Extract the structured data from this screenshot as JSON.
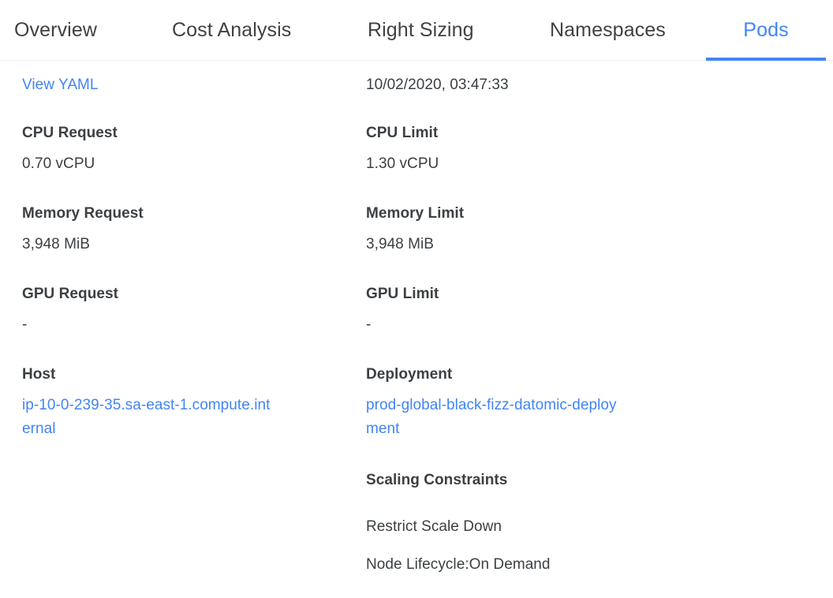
{
  "tabs": [
    {
      "label": "Overview",
      "active": false
    },
    {
      "label": "Cost Analysis",
      "active": false
    },
    {
      "label": "Right Sizing",
      "active": false
    },
    {
      "label": "Namespaces",
      "active": false
    },
    {
      "label": "Pods",
      "active": true
    }
  ],
  "header": {
    "view_yaml_label": "View YAML",
    "timestamp": "10/02/2020, 03:47:33"
  },
  "details": {
    "left": [
      {
        "label": "CPU Request",
        "value": "0.70 vCPU",
        "is_link": false
      },
      {
        "label": "Memory Request",
        "value": "3,948 MiB",
        "is_link": false
      },
      {
        "label": "GPU Request",
        "value": "-",
        "is_link": false
      },
      {
        "label": "Host",
        "value": "ip-10-0-239-35.sa-east-1.compute.internal",
        "is_link": true
      }
    ],
    "right": [
      {
        "label": "CPU Limit",
        "value": "1.30 vCPU",
        "is_link": false
      },
      {
        "label": "Memory Limit",
        "value": "3,948 MiB",
        "is_link": false
      },
      {
        "label": "GPU Limit",
        "value": "-",
        "is_link": false
      },
      {
        "label": "Deployment",
        "value": "prod-global-black-fizz-datomic-deployment",
        "is_link": true
      }
    ]
  },
  "scaling": {
    "title": "Scaling Constraints",
    "items": [
      "Restrict Scale Down",
      "Node Lifecycle:On Demand"
    ]
  },
  "colors": {
    "accent": "#4285f4",
    "text": "#3c4043",
    "divider": "#ececec",
    "background": "#ffffff"
  }
}
